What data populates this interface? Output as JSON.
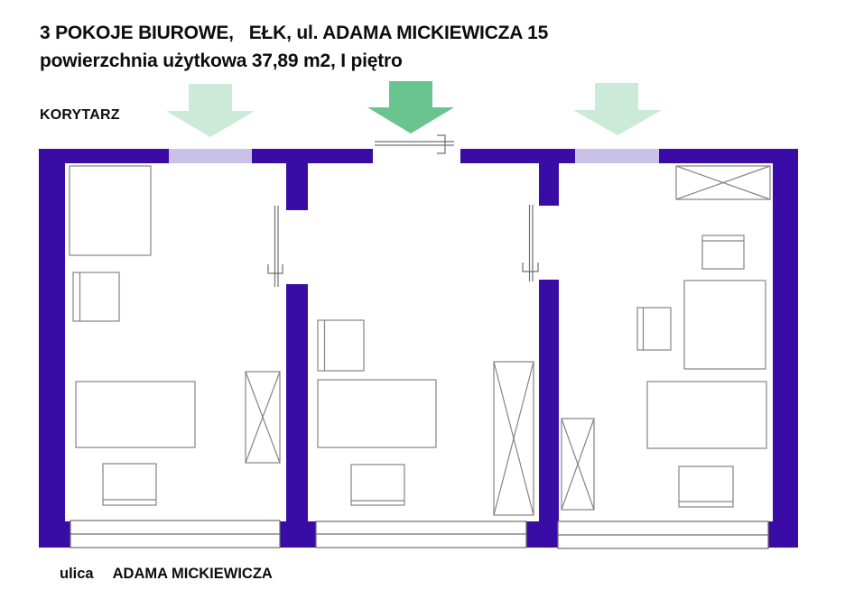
{
  "header": {
    "title_line1": "3 POKOJE BIUROWE,   EŁK, ul. ADAMA MICKIEWICZA 15",
    "title_line2": "powierzchnia użytkowa 37,89 m2, I piętro",
    "corridor_label": "KORYTARZ"
  },
  "footer": {
    "street_prefix": "ulica",
    "street_name": "ADAMA MICKIEWICZA"
  },
  "plan": {
    "arrows": [
      {
        "name": "entrance-arrow-room-1",
        "variant": "light"
      },
      {
        "name": "entrance-arrow-main",
        "variant": "dark"
      },
      {
        "name": "entrance-arrow-room-3",
        "variant": "light"
      }
    ],
    "icons": [
      "down-arrow-icon",
      "door-leaf-icon",
      "wardrobe-crossed-box-icon",
      "window-icon"
    ]
  },
  "colors": {
    "wall": "#3A0CA6",
    "door_panel": "#C9C2E6",
    "arrow_light": "#CBEAD7",
    "arrow_dark": "#69C490",
    "furniture_stroke": "#848484",
    "window_stroke": "#6f6f6f",
    "door_symbol_stroke": "#6f6f6f",
    "text": "#0d0d0d"
  }
}
